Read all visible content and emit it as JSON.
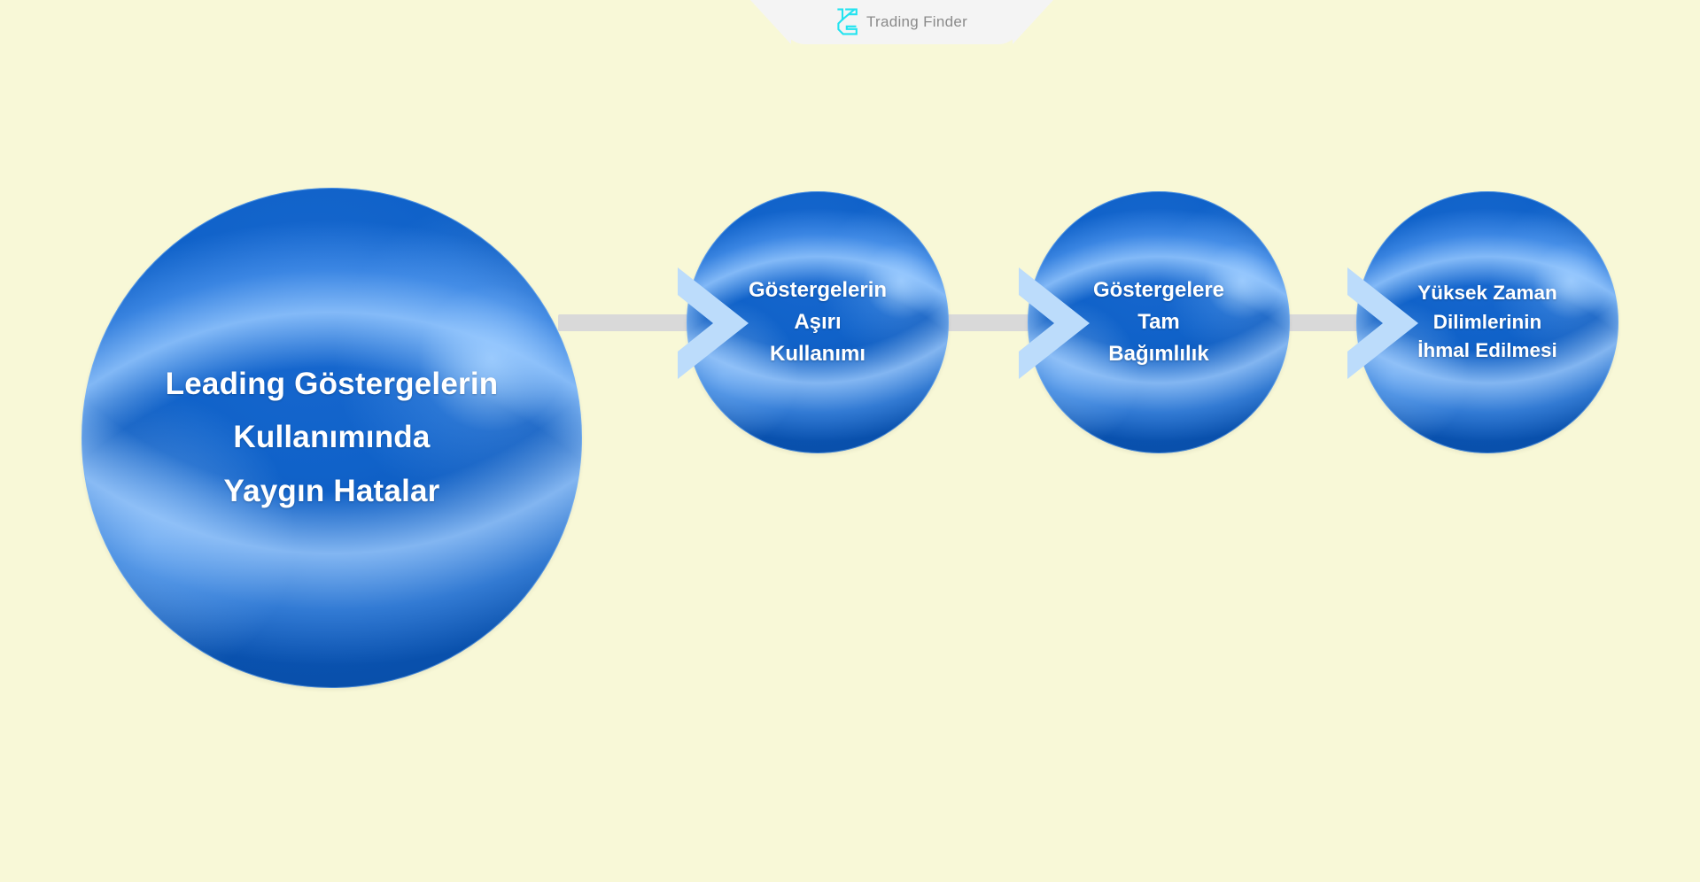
{
  "background_color": "#f8f8d7",
  "accent_color": "#0d5fc4",
  "arrow_color": "#bcdcfb",
  "connector_color": "#d9d9d9",
  "watermark": {
    "brand_name": "Trading Finder",
    "logo_icon": "trading-finder-logo-icon",
    "logo_color": "#22e3f0",
    "text_color": "#8a8a8a",
    "tab_color": "#f4f4f4"
  },
  "diagram": {
    "type": "process-flow",
    "nodes": [
      {
        "id": "root",
        "label": "Leading Göstergelerin\nKullanımında\nYaygın Hatalar"
      },
      {
        "id": "step1",
        "label": "Göstergelerin\nAşırı\nKullanımı"
      },
      {
        "id": "step2",
        "label": "Göstergelere\nTam\nBağımlılık"
      },
      {
        "id": "step3",
        "label": "Yüksek Zaman\nDilimlerinin\nİhmal Edilmesi"
      }
    ],
    "connectors": [
      {
        "from": "root",
        "to": "step1",
        "icon": "arrow-right-chevron-icon"
      },
      {
        "from": "step1",
        "to": "step2",
        "icon": "arrow-right-chevron-icon"
      },
      {
        "from": "step2",
        "to": "step3",
        "icon": "arrow-right-chevron-icon"
      }
    ]
  }
}
